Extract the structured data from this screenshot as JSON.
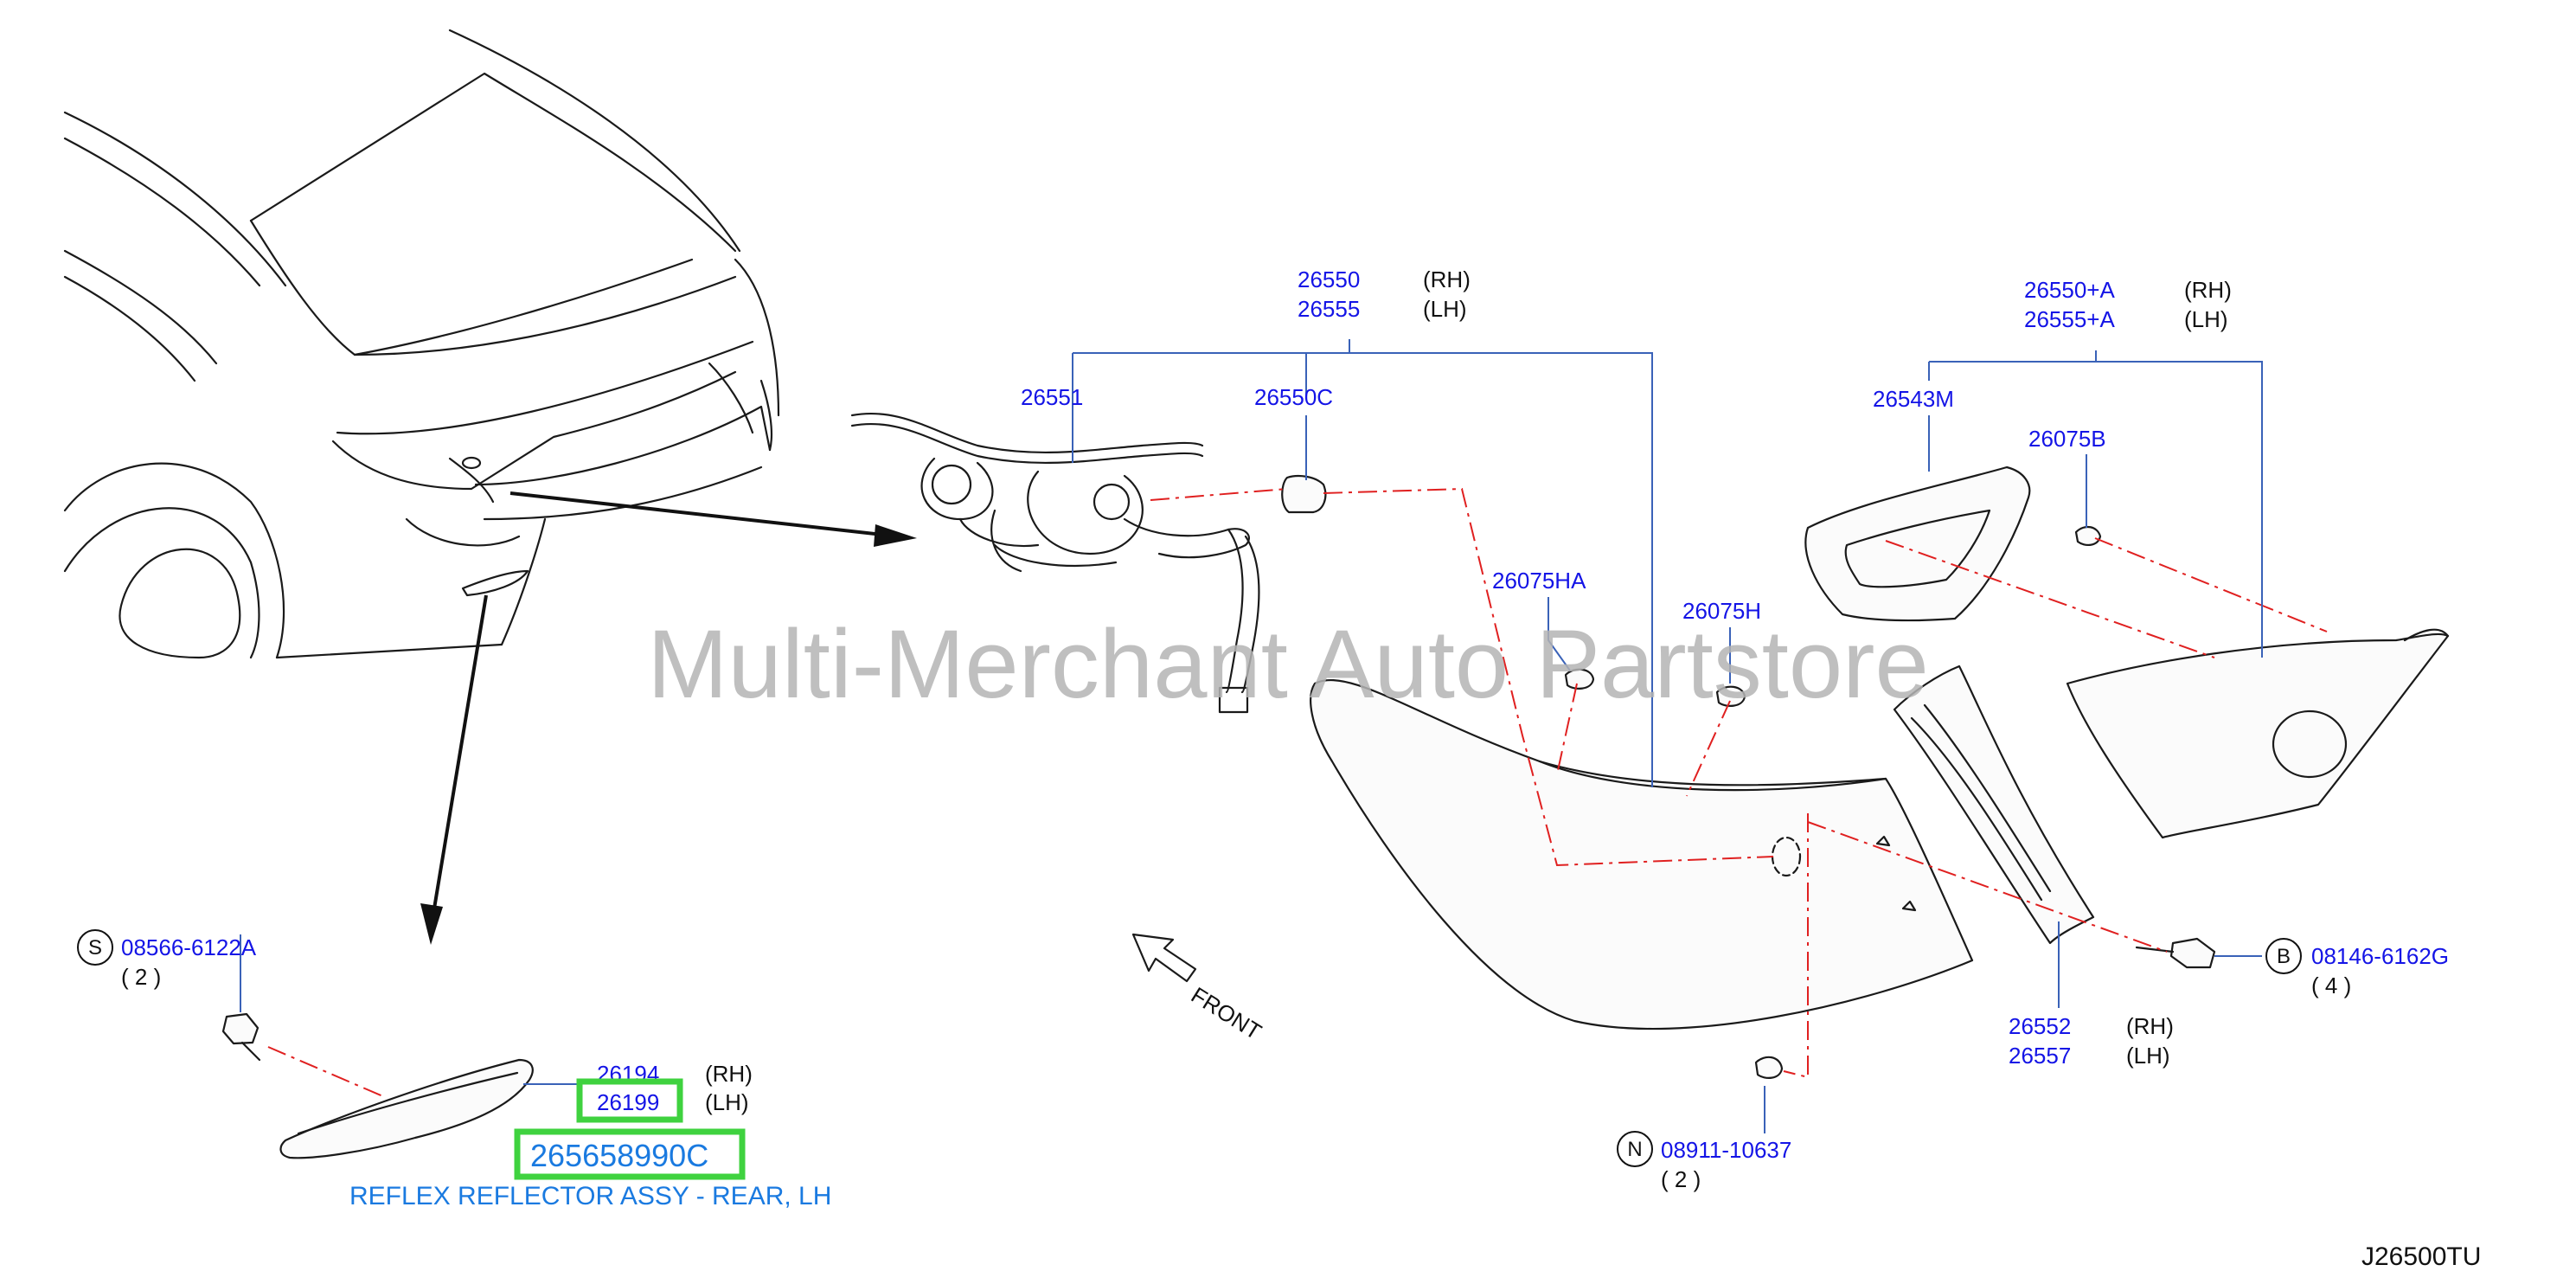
{
  "watermark": "Multi-Merchant Auto Partstore",
  "diagram_code": "J26500TU",
  "front_label": "FRONT",
  "selected_part": {
    "number": "265658990C",
    "description": "REFLEX REFLECTOR ASSY - REAR, LH",
    "highlight_color": "#3fd23f"
  },
  "callouts": {
    "combo_rh": "26550",
    "combo_lh": "26555",
    "harness": "26551",
    "bulb_socket": "26550C",
    "inner_rh": "26550+A",
    "inner_lh": "26555+A",
    "gasket": "26543M",
    "nut_b": "26075B",
    "grommet_ha": "26075HA",
    "grommet_h": "26075H",
    "finisher_rh": "26552",
    "finisher_lh": "26557",
    "reflector_rh": "26194",
    "reflector_lh": "26199"
  },
  "sides": {
    "rh": "(RH)",
    "lh": "(LH)"
  },
  "fasteners": {
    "screw": {
      "symbol": "S",
      "number": "08566-6122A",
      "qty": "( 2 )"
    },
    "bolt": {
      "symbol": "B",
      "number": "08146-6162G",
      "qty": "( 4 )"
    },
    "nut": {
      "symbol": "N",
      "number": "08911-10637",
      "qty": "( 2 )"
    }
  },
  "colors": {
    "part_number_text": "#1414e6",
    "leader_line": "#3a62b8",
    "phantom_line": "#e02020",
    "selected_description": "#1a7ae0"
  }
}
